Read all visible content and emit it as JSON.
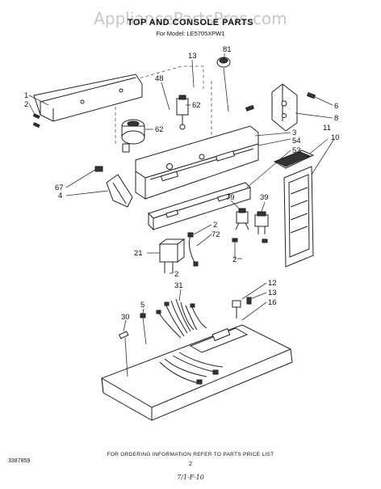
{
  "watermark": "AppliancePartsPros.com",
  "header": {
    "title": "TOP AND CONSOLE PARTS",
    "model_line": "For Model: LE5705XPW1"
  },
  "callouts": {
    "c81": "81",
    "c13a": "13",
    "c48": "48",
    "c62a": "62",
    "c62b": "62",
    "c1": "1",
    "c2a": "2",
    "c6": "6",
    "c8": "8",
    "c3": "3",
    "c54": "54",
    "c53": "53",
    "c11": "11",
    "c10": "10",
    "c67": "67",
    "c4": "4",
    "c79": "79",
    "c39": "39",
    "c2b": "2",
    "c72": "72",
    "c21": "21",
    "c2c": "2",
    "c2d": "2",
    "c31": "31",
    "c12": "12",
    "c13b": "13",
    "c16": "16",
    "c5": "5",
    "c30": "30"
  },
  "footer": {
    "ordering_note": "FOR ORDERING INFORMATION REFER TO PARTS PRICE LIST",
    "doc_number": "3387859",
    "page_number": "2",
    "handwritten": "7/1-F-10"
  }
}
